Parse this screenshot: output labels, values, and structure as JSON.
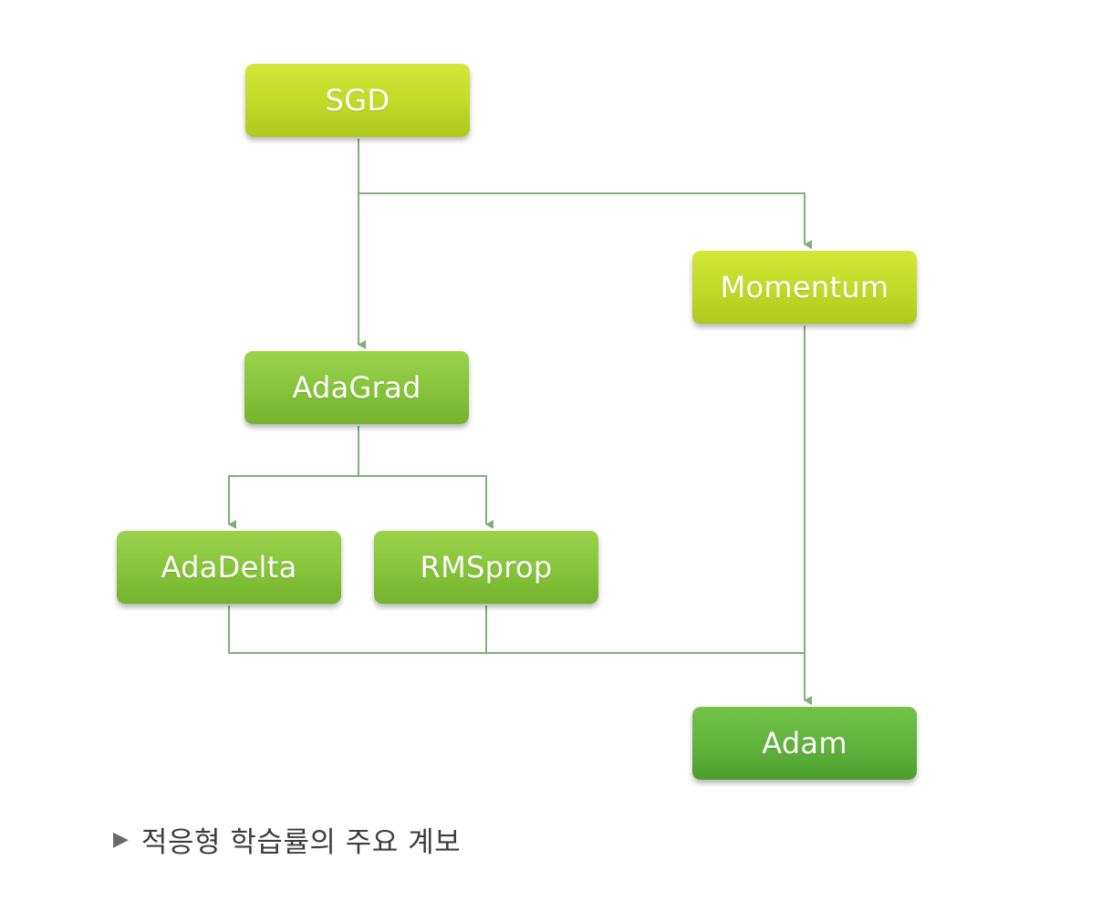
{
  "diagram": {
    "nodes": {
      "sgd": "SGD",
      "momentum": "Momentum",
      "adagrad": "AdaGrad",
      "adadelta": "AdaDelta",
      "rmsprop": "RMSprop",
      "adam": "Adam"
    },
    "edges": [
      {
        "from": "SGD",
        "to": "AdaGrad"
      },
      {
        "from": "SGD",
        "to": "Momentum"
      },
      {
        "from": "AdaGrad",
        "to": "AdaDelta"
      },
      {
        "from": "AdaGrad",
        "to": "RMSprop"
      },
      {
        "from": "AdaDelta",
        "to": "Adam"
      },
      {
        "from": "RMSprop",
        "to": "Adam"
      },
      {
        "from": "Momentum",
        "to": "Adam"
      }
    ],
    "colors": {
      "connector": "#7fb07a",
      "lime_node": "#c0d927",
      "mid_node": "#86c33a",
      "dark_node": "#5fb23a"
    }
  },
  "caption": {
    "marker": "▶",
    "text": "적응형 학습률의 주요 계보"
  }
}
